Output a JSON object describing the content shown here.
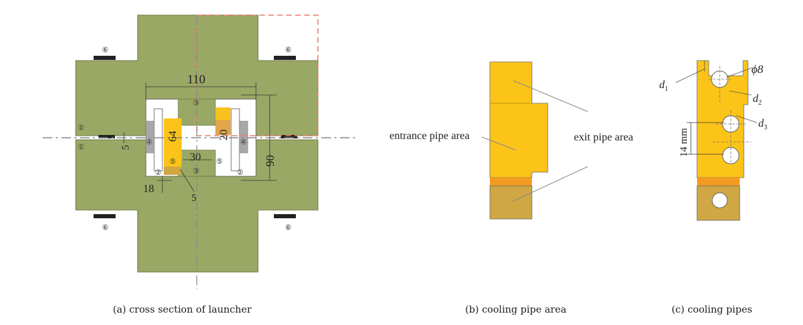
{
  "captions": {
    "a": "(a) cross section of launcher",
    "b": "(b) cooling pipe area",
    "c": "(c) cooling pipes"
  },
  "panel_a": {
    "dimensions": {
      "width_110": "110",
      "height_90": "90",
      "height_64": "64",
      "height_20": "20",
      "gap_30": "30",
      "gap_5_left": "5",
      "gap_18": "18",
      "gap_5_bottom": "5"
    },
    "markers": {
      "m1": "①",
      "m2": "②",
      "m3": "③",
      "m4": "④",
      "m5": "⑤",
      "m6": "⑥"
    }
  },
  "panel_b": {
    "entrance_label": "entrance pipe area",
    "exit_label": "exit pipe area"
  },
  "panel_c": {
    "phi": "ϕ8",
    "d1": "d",
    "d1_sub": "1",
    "d2": "d",
    "d2_sub": "2",
    "d3": "d",
    "d3_sub": "3",
    "spacing": "14 mm"
  },
  "colors": {
    "green": "#9aa866",
    "green_edge": "#6e7a45",
    "yellow": "#fcc418",
    "bronze": "#cfa844",
    "orange": "#f39b20",
    "dash_red": "#e98070",
    "dark": "#222222"
  }
}
